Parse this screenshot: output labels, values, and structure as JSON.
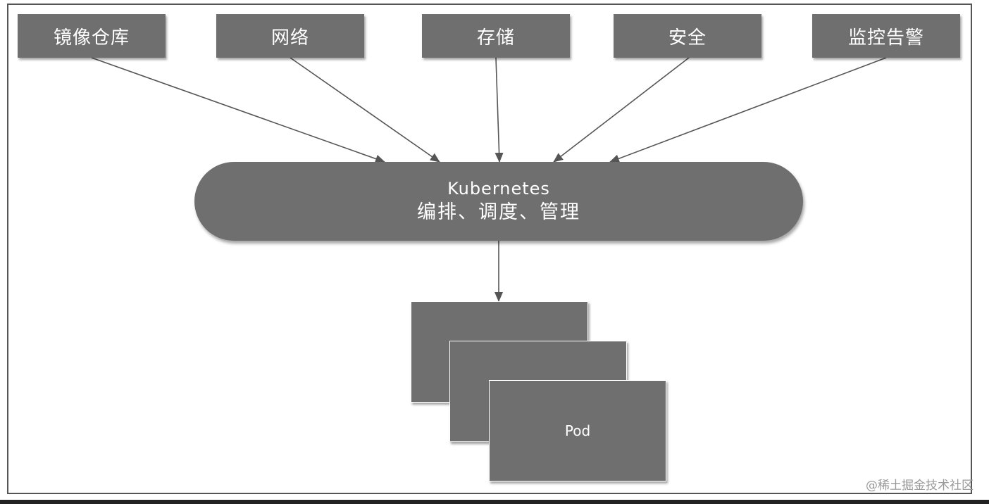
{
  "top_boxes": [
    {
      "id": "registry",
      "label": "镜像仓库"
    },
    {
      "id": "network",
      "label": "网络"
    },
    {
      "id": "storage",
      "label": "存储"
    },
    {
      "id": "security",
      "label": "安全"
    },
    {
      "id": "monitoring",
      "label": "监控告警"
    }
  ],
  "core": {
    "title": "Kubernetes",
    "subtitle": "编排、调度、管理"
  },
  "pods": {
    "label": "Pod"
  },
  "watermark": "@稀土掘金技术社区",
  "colors": {
    "box_fill": "#6f6f6f",
    "text": "#ffffff",
    "edge": "#555555",
    "frame": "#555555"
  }
}
